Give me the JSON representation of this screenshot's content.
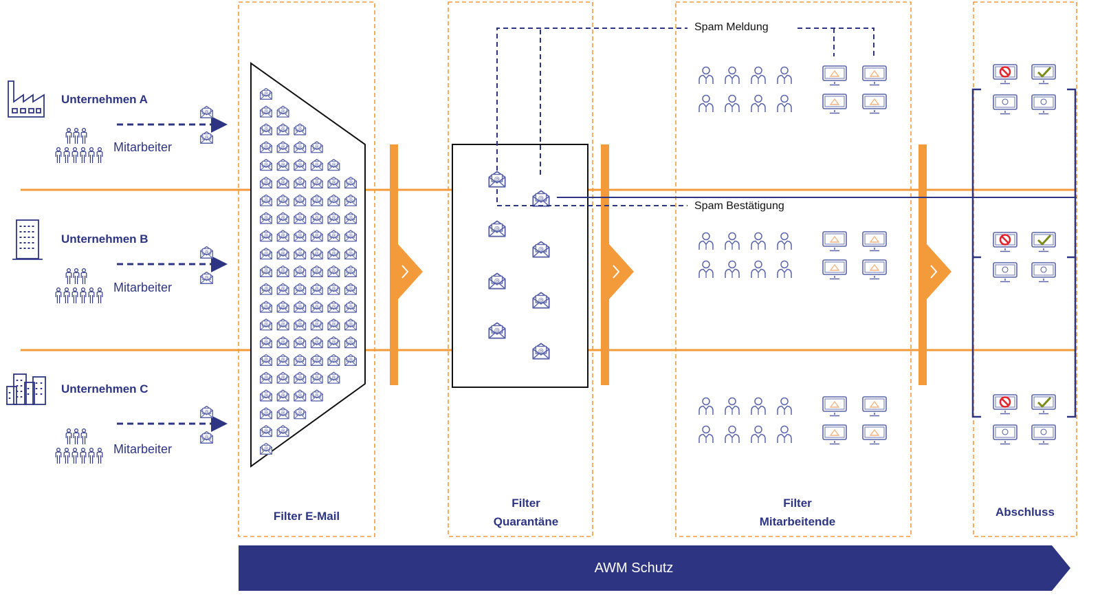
{
  "colors": {
    "navy": "#2d3582",
    "orange": "#f39a3b",
    "icon_blue": "#5a64a8",
    "icon_orange": "#f4b482",
    "red": "#e3242b",
    "green": "#7a8c1a",
    "black": "#111111"
  },
  "companies": [
    {
      "name": "Unternehmen A",
      "staff_label": "Mitarbeiter",
      "icon": "factory-icon"
    },
    {
      "name": "Unternehmen B",
      "staff_label": "Mitarbeiter",
      "icon": "office-building-icon"
    },
    {
      "name": "Unternehmen C",
      "staff_label": "Mitarbeiter",
      "icon": "city-buildings-icon"
    }
  ],
  "stages": {
    "email_filter": {
      "title": "Filter E-Mail"
    },
    "quarantine": {
      "title_line1": "Filter",
      "title_line2": "Quarantäne"
    },
    "employees": {
      "title_line1": "Filter",
      "title_line2": "Mitarbeitende"
    },
    "closing": {
      "title": "Abschluss"
    }
  },
  "annotations": {
    "spam_report": "Spam Meldung",
    "spam_confirmation": "Spam Bestätigung"
  },
  "banner": {
    "label": "AWM Schutz"
  },
  "icons": {
    "email": "envelope-at-icon",
    "employee": "person-icon",
    "workstation": "monitor-warning-icon",
    "blocked": "blocked-monitor-icon",
    "approved": "approved-monitor-icon",
    "check": "check-monitor-icon",
    "arrow": "chevron-right-icon"
  }
}
